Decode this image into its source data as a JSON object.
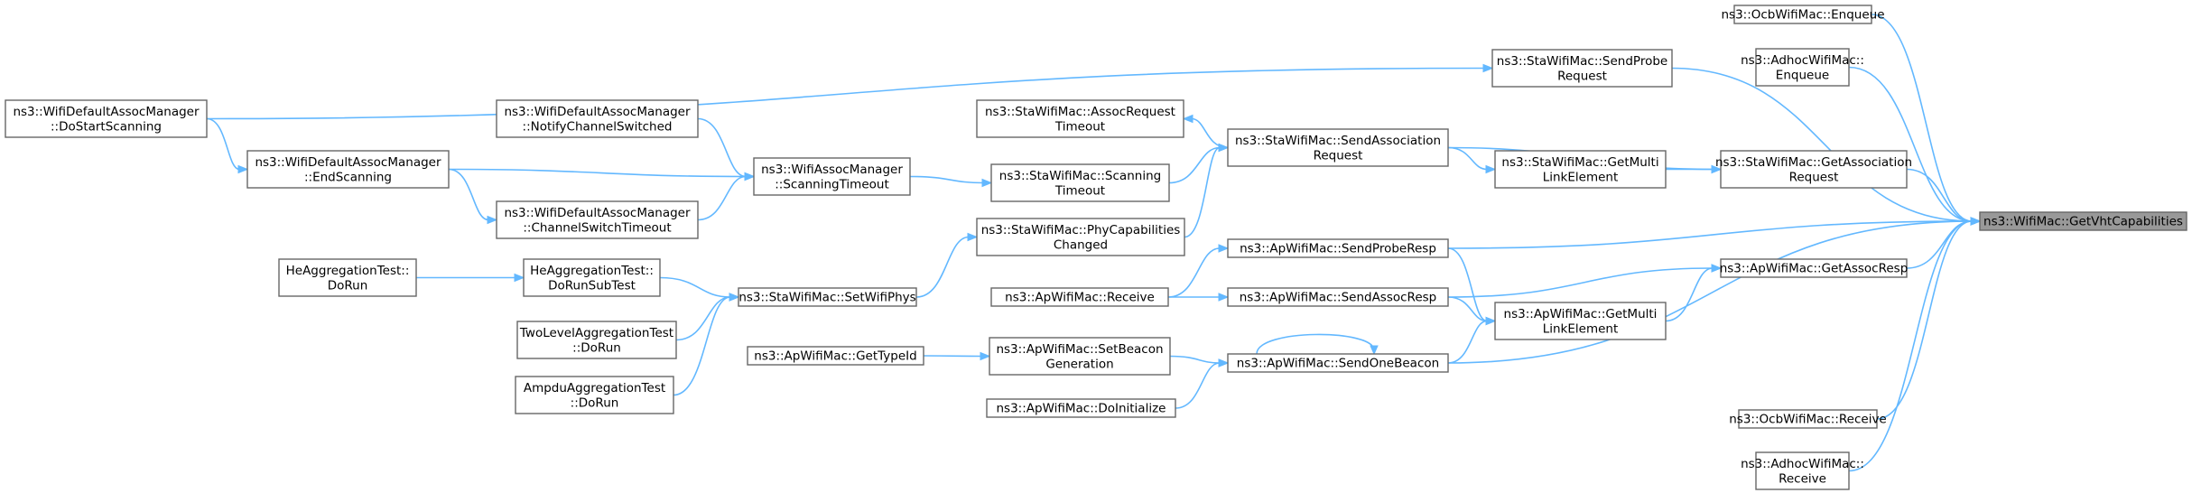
{
  "graph": {
    "title": "",
    "nodes": [
      {
        "id": "focus",
        "lines": [
          "ns3::WifiMac::GetVhtCapabilities"
        ],
        "focus": true
      },
      {
        "id": "ocb_enqueue",
        "lines": [
          "ns3::OcbWifiMac::Enqueue"
        ]
      },
      {
        "id": "adhoc_enqueue",
        "lines": [
          "ns3::AdhocWifiMac::",
          "Enqueue"
        ]
      },
      {
        "id": "sta_sendprobe",
        "lines": [
          "ns3::StaWifiMac::SendProbe",
          "Request"
        ]
      },
      {
        "id": "dam_dostart",
        "lines": [
          "ns3::WifiDefaultAssocManager",
          "::DoStartScanning"
        ]
      },
      {
        "id": "sta_assoc_timeout",
        "lines": [
          "ns3::StaWifiMac::AssocRequest",
          "Timeout"
        ]
      },
      {
        "id": "sta_sendassoc",
        "lines": [
          "ns3::StaWifiMac::SendAssociation",
          "Request"
        ]
      },
      {
        "id": "dam_notify",
        "lines": [
          "ns3::WifiDefaultAssocManager",
          "::NotifyChannelSwitched"
        ]
      },
      {
        "id": "dam_endscan",
        "lines": [
          "ns3::WifiDefaultAssocManager",
          "::EndScanning"
        ]
      },
      {
        "id": "wam_scantimeout",
        "lines": [
          "ns3::WifiAssocManager",
          "::ScanningTimeout"
        ]
      },
      {
        "id": "sta_scantimeout",
        "lines": [
          "ns3::StaWifiMac::Scanning",
          "Timeout"
        ]
      },
      {
        "id": "sta_getmultilink",
        "lines": [
          "ns3::StaWifiMac::GetMulti",
          "LinkElement"
        ]
      },
      {
        "id": "sta_getassocreq",
        "lines": [
          "ns3::StaWifiMac::GetAssociation",
          "Request"
        ]
      },
      {
        "id": "dam_chswitch",
        "lines": [
          "ns3::WifiDefaultAssocManager",
          "::ChannelSwitchTimeout"
        ]
      },
      {
        "id": "sta_phycap",
        "lines": [
          "ns3::StaWifiMac::PhyCapabilities",
          "Changed"
        ]
      },
      {
        "id": "ap_sendproberesp",
        "lines": [
          "ns3::ApWifiMac::SendProbeResp"
        ]
      },
      {
        "id": "ap_getassocresp",
        "lines": [
          "ns3::ApWifiMac::GetAssocResp"
        ]
      },
      {
        "id": "he_dorun",
        "lines": [
          "HeAggregationTest::",
          "DoRun"
        ]
      },
      {
        "id": "he_dorunsub",
        "lines": [
          "HeAggregationTest::",
          "DoRunSubTest"
        ]
      },
      {
        "id": "sta_setwifiphys",
        "lines": [
          "ns3::StaWifiMac::SetWifiPhys"
        ]
      },
      {
        "id": "ap_receive",
        "lines": [
          "ns3::ApWifiMac::Receive"
        ]
      },
      {
        "id": "ap_sendassocresp",
        "lines": [
          "ns3::ApWifiMac::SendAssocResp"
        ]
      },
      {
        "id": "ap_getmultilink",
        "lines": [
          "ns3::ApWifiMac::GetMulti",
          "LinkElement"
        ]
      },
      {
        "id": "twolevel_dorun",
        "lines": [
          "TwoLevelAggregationTest",
          "::DoRun"
        ]
      },
      {
        "id": "ap_gettypeid",
        "lines": [
          "ns3::ApWifiMac::GetTypeId"
        ]
      },
      {
        "id": "ap_setbeacon",
        "lines": [
          "ns3::ApWifiMac::SetBeacon",
          "Generation"
        ]
      },
      {
        "id": "ap_sendonebeacon",
        "lines": [
          "ns3::ApWifiMac::SendOneBeacon"
        ]
      },
      {
        "id": "ampdu_dorun",
        "lines": [
          "AmpduAggregationTest",
          "::DoRun"
        ]
      },
      {
        "id": "ap_doinit",
        "lines": [
          "ns3::ApWifiMac::DoInitialize"
        ]
      },
      {
        "id": "ocb_receive",
        "lines": [
          "ns3::OcbWifiMac::Receive"
        ]
      },
      {
        "id": "adhoc_receive",
        "lines": [
          "ns3::AdhocWifiMac::",
          "Receive"
        ]
      }
    ],
    "edges": [
      [
        "ocb_enqueue",
        "focus"
      ],
      [
        "adhoc_enqueue",
        "focus"
      ],
      [
        "sta_sendprobe",
        "focus"
      ],
      [
        "sta_getassocreq",
        "focus"
      ],
      [
        "ap_sendproberesp",
        "focus"
      ],
      [
        "ap_getassocresp",
        "focus"
      ],
      [
        "ap_sendonebeacon",
        "focus"
      ],
      [
        "ocb_receive",
        "focus"
      ],
      [
        "adhoc_receive",
        "focus"
      ],
      [
        "dam_dostart",
        "sta_sendprobe"
      ],
      [
        "dam_dostart",
        "dam_endscan"
      ],
      [
        "dam_endscan",
        "wam_scantimeout"
      ],
      [
        "dam_endscan",
        "dam_chswitch"
      ],
      [
        "dam_notify",
        "wam_scantimeout"
      ],
      [
        "dam_chswitch",
        "wam_scantimeout"
      ],
      [
        "wam_scantimeout",
        "sta_scantimeout"
      ],
      [
        "sta_scantimeout",
        "sta_sendassoc"
      ],
      [
        "sta_sendassoc",
        "sta_assoc_timeout"
      ],
      [
        "sta_sendassoc",
        "sta_getmultilink"
      ],
      [
        "sta_sendassoc",
        "sta_getassocreq"
      ],
      [
        "sta_getmultilink",
        "sta_getassocreq"
      ],
      [
        "sta_phycap",
        "sta_sendassoc"
      ],
      [
        "sta_setwifiphys",
        "sta_phycap"
      ],
      [
        "he_dorun",
        "he_dorunsub"
      ],
      [
        "he_dorunsub",
        "sta_setwifiphys"
      ],
      [
        "twolevel_dorun",
        "sta_setwifiphys"
      ],
      [
        "ampdu_dorun",
        "sta_setwifiphys"
      ],
      [
        "ap_receive",
        "ap_sendproberesp"
      ],
      [
        "ap_receive",
        "ap_sendassocresp"
      ],
      [
        "ap_sendproberesp",
        "ap_getmultilink"
      ],
      [
        "ap_sendassocresp",
        "ap_getmultilink"
      ],
      [
        "ap_sendassocresp",
        "ap_getassocresp"
      ],
      [
        "ap_getmultilink",
        "ap_getassocresp"
      ],
      [
        "ap_sendonebeacon",
        "ap_getmultilink"
      ],
      [
        "ap_sendonebeacon",
        "ap_sendonebeacon"
      ],
      [
        "ap_gettypeid",
        "ap_setbeacon"
      ],
      [
        "ap_setbeacon",
        "ap_sendonebeacon"
      ],
      [
        "ap_doinit",
        "ap_sendonebeacon"
      ]
    ]
  }
}
